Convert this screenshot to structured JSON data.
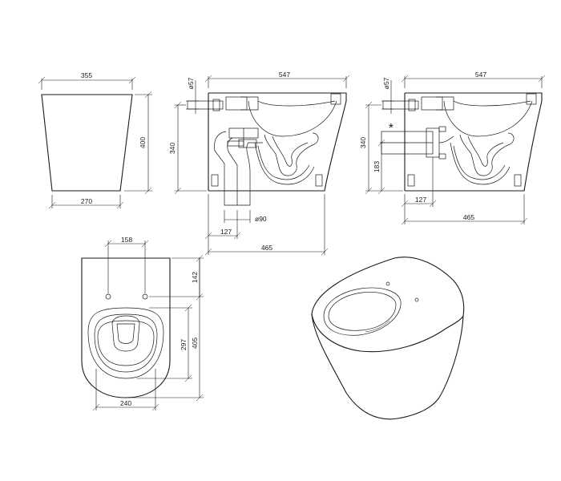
{
  "views": {
    "front": {
      "width_top": "355",
      "width_bottom": "270",
      "height": "400"
    },
    "side": {
      "length": "547",
      "pipe_diameter_top": "ø57",
      "inlet_height": "340",
      "outlet_offset": "127",
      "outlet_diameter": "ø90",
      "base_length": "465"
    },
    "side_alt": {
      "length": "547",
      "pipe_diameter_top": "ø57",
      "inlet_height": "340",
      "outlet_height": "183",
      "outlet_offset": "127",
      "base_length": "465",
      "note_mark": "*"
    },
    "top": {
      "hole_spacing": "158",
      "hole_offset": "142",
      "bowl_length": "297",
      "total_length": "405",
      "width": "240"
    }
  }
}
